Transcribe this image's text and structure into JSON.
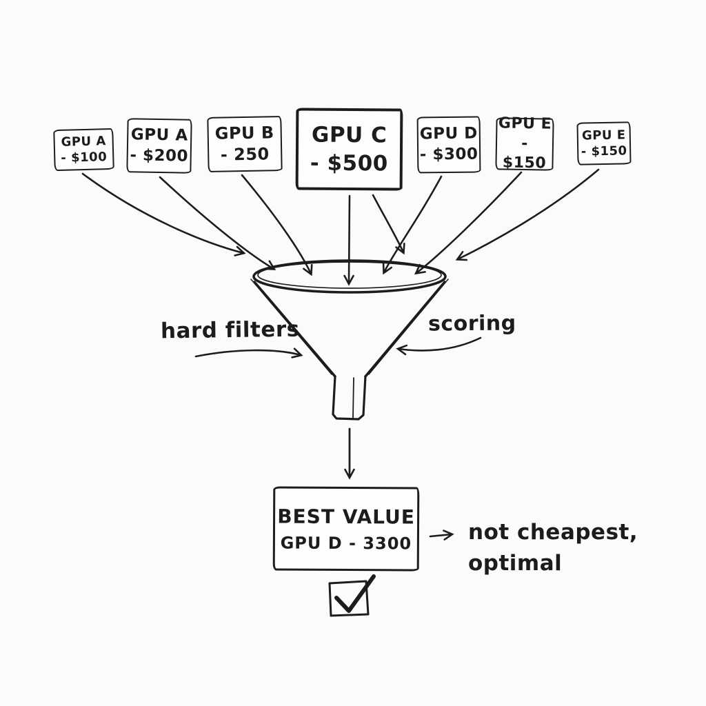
{
  "colors": {
    "ink": "#1c1c1c",
    "background": "#fbfbf9"
  },
  "gpu_boxes": [
    {
      "name": "GPU A",
      "price": "- $100"
    },
    {
      "name": "GPU A",
      "price": "- $200"
    },
    {
      "name": "GPU B",
      "price": "- 250"
    },
    {
      "name": "GPU C",
      "price": "- $500"
    },
    {
      "name": "GPU D",
      "price": "- $300"
    },
    {
      "name": "GPU E",
      "price": "- $150"
    },
    {
      "name": "GPU E",
      "price": "- $150"
    }
  ],
  "funnel": {
    "left_label": "hard filters",
    "right_label": "scoring"
  },
  "result": {
    "title": "BEST VALUE",
    "item": "GPU D - 3300"
  },
  "annotation": {
    "line1": "not cheapest,",
    "line2": "optimal"
  },
  "icons": {
    "checkmark": "✓"
  }
}
